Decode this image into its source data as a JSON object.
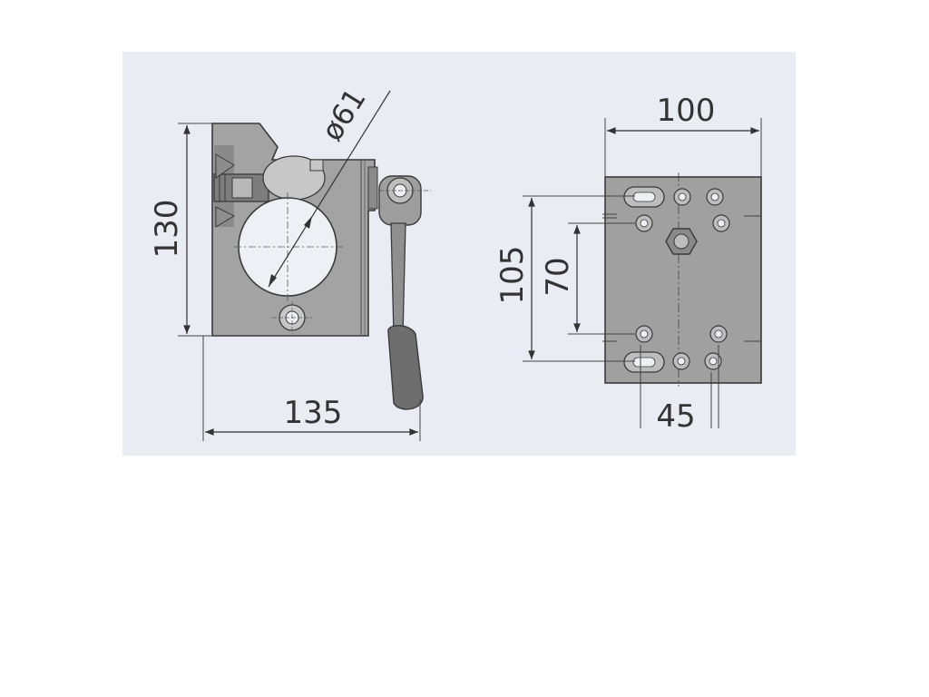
{
  "side_view": {
    "dim_height": "130",
    "dim_width": "135",
    "dim_diameter": "ø61"
  },
  "back_plate_view": {
    "dim_width": "100",
    "dim_outer_height": "105",
    "dim_inner_height": "70",
    "dim_hole_spacing": "45"
  },
  "colors": {
    "panel_background": "#eaecf3",
    "part_fill": "#9a9a9a",
    "part_dark": "#6f6f6f",
    "line": "#3a3a3a",
    "hole_fill": "#eaecf3"
  }
}
